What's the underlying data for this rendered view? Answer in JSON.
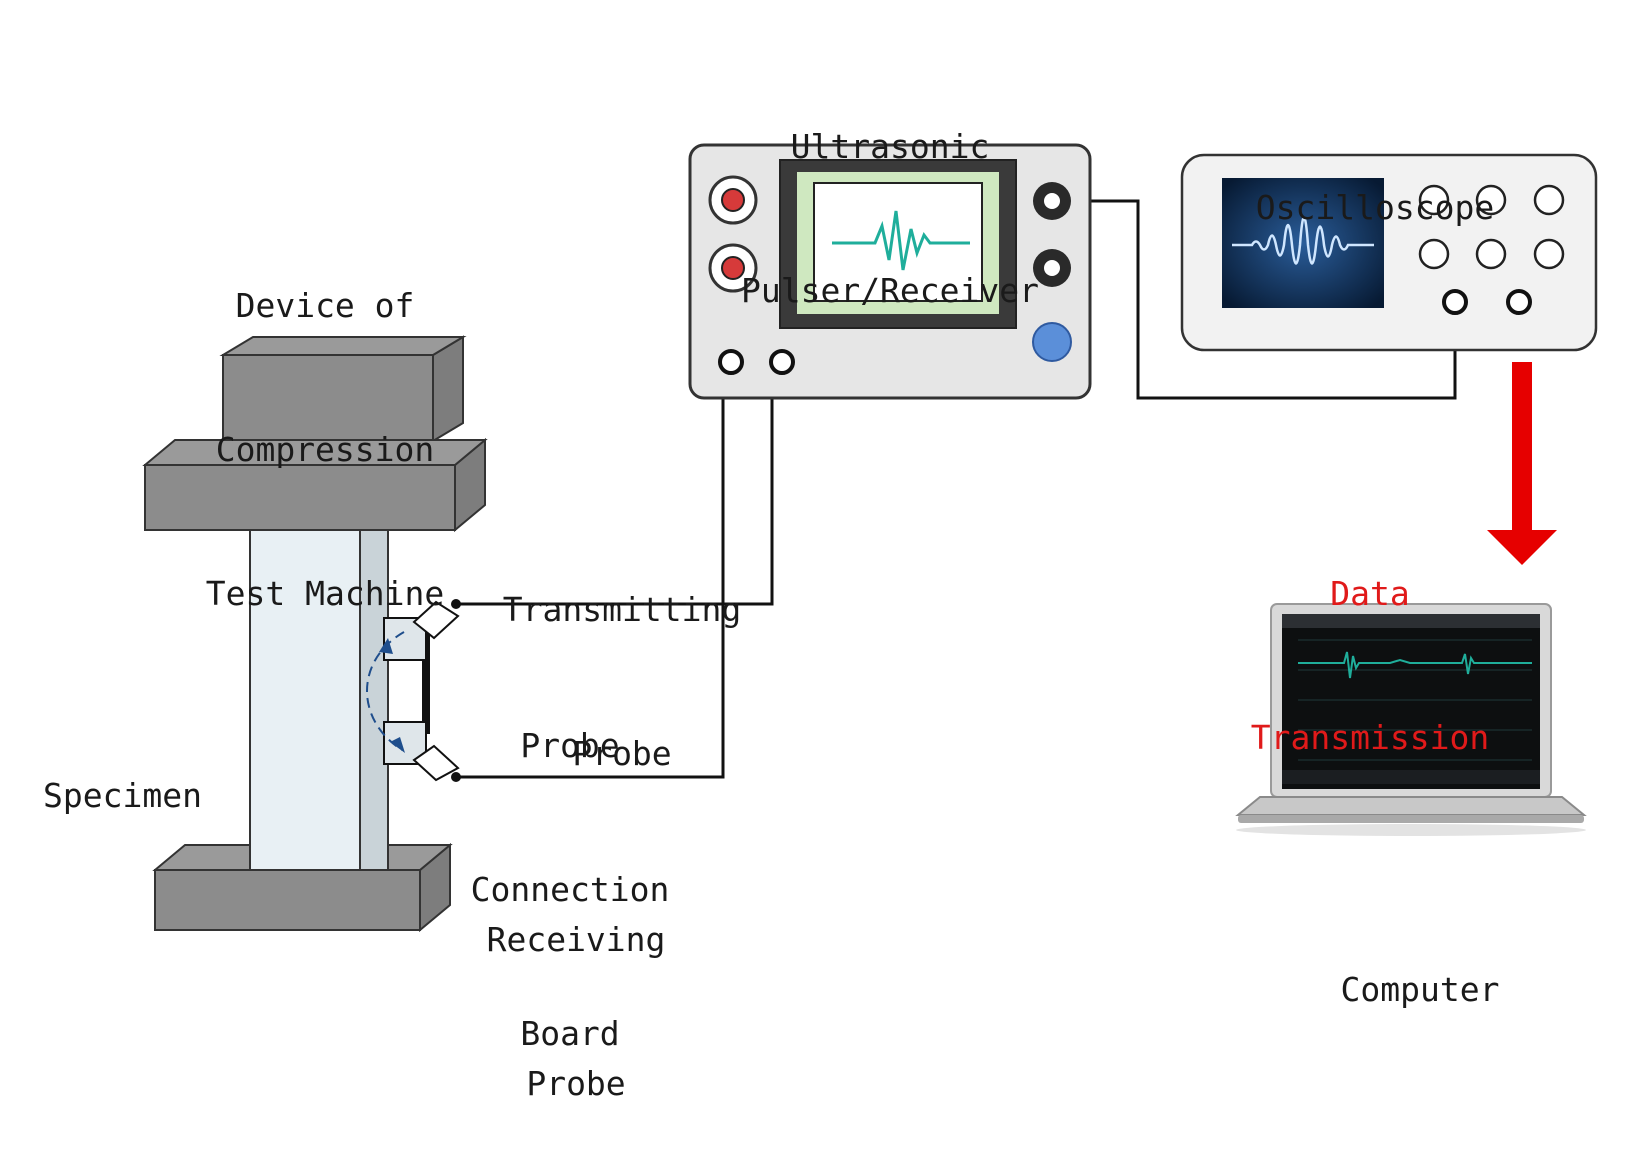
{
  "labels": {
    "pulser": [
      "Ultrasonic",
      "Pulser/Receiver"
    ],
    "oscilloscope": "Oscilloscope",
    "machine": [
      "Device of",
      "Compression",
      "Test Machine"
    ],
    "transmitting": [
      "Transmitting",
      "Probe"
    ],
    "board": [
      "Probe",
      "Connection",
      "Board"
    ],
    "specimen": "Specimen",
    "receiving": [
      "Receiving",
      "Probe"
    ],
    "data_transmission": [
      "Data",
      "Transmission"
    ],
    "computer": "Computer"
  },
  "colors": {
    "device_gray": "#8c8c8c",
    "panel_bg": "#e9e9e9",
    "signal_teal": "#1fae9b",
    "arrow_red": "#e60000",
    "knob_red": "#d63a3a",
    "knob_blue": "#5b8fd9",
    "probe_path_blue": "#1f4e8c"
  }
}
